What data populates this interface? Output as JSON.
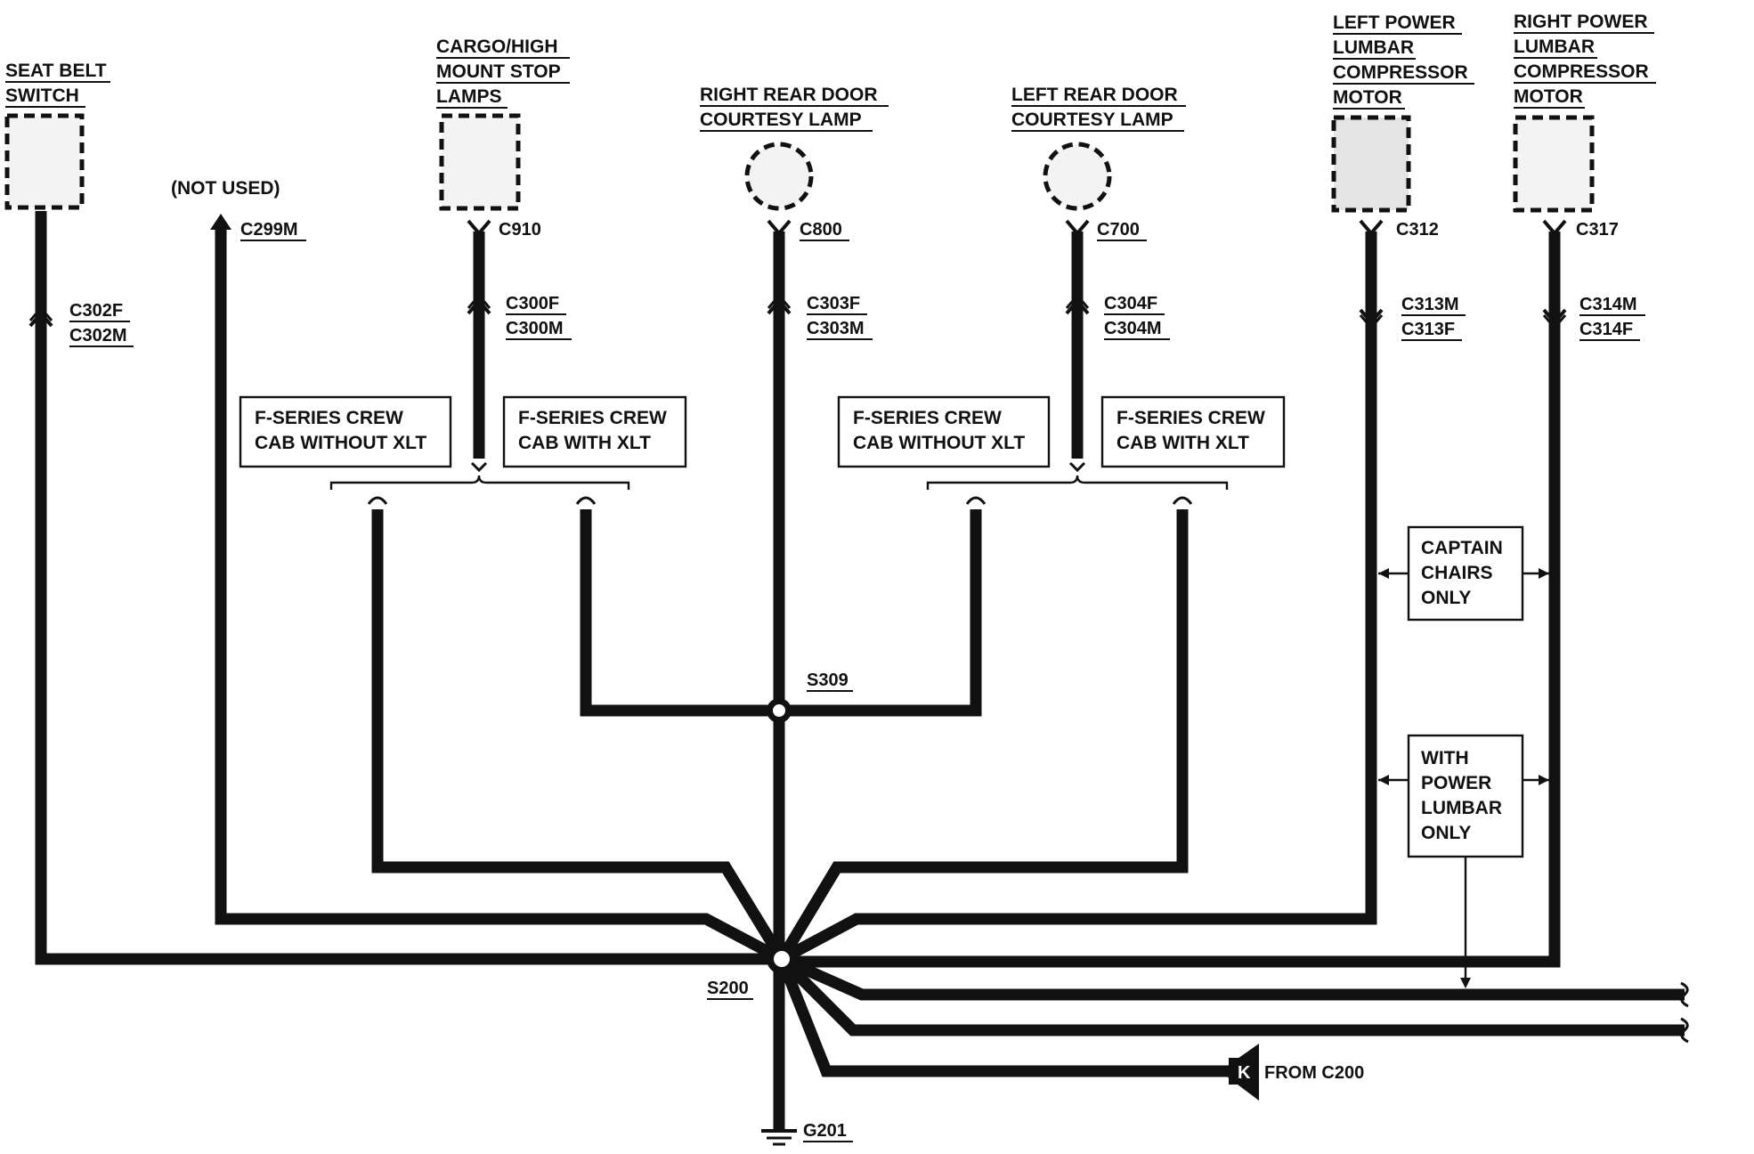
{
  "components": {
    "seat_belt": [
      "SEAT BELT",
      "SWITCH"
    ],
    "not_used": "(NOT USED)",
    "cargo": [
      "CARGO/HIGH",
      "MOUNT STOP",
      "LAMPS"
    ],
    "right_rear": [
      "RIGHT REAR DOOR",
      "COURTESY LAMP"
    ],
    "left_rear": [
      "LEFT REAR DOOR",
      "COURTESY LAMP"
    ],
    "left_lumbar": [
      "LEFT POWER",
      "LUMBAR",
      "COMPRESSOR",
      "MOTOR"
    ],
    "right_lumbar": [
      "RIGHT POWER",
      "LUMBAR",
      "COMPRESSOR",
      "MOTOR"
    ]
  },
  "connectors": {
    "c299m": "C299M",
    "c910": "C910",
    "c800": "C800",
    "c700": "C700",
    "c312": "C312",
    "c317": "C317",
    "c302": [
      "C302F",
      "C302M"
    ],
    "c300": [
      "C300F",
      "C300M"
    ],
    "c303": [
      "C303F",
      "C303M"
    ],
    "c304": [
      "C304F",
      "C304M"
    ],
    "c313": [
      "C313M",
      "C313F"
    ],
    "c314": [
      "C314M",
      "C314F"
    ]
  },
  "notes": {
    "crew_without_xlt": [
      "F-SERIES CREW",
      "CAB WITHOUT XLT"
    ],
    "crew_with_xlt": [
      "F-SERIES CREW",
      "CAB WITH XLT"
    ],
    "captain": [
      "CAPTAIN",
      "CHAIRS",
      "ONLY"
    ],
    "power_lumbar": [
      "WITH",
      "POWER",
      "LUMBAR",
      "ONLY"
    ]
  },
  "splices": {
    "s309": "S309",
    "s200": "S200"
  },
  "ground": "G201",
  "from_label": "FROM C200",
  "connector_letter": "K"
}
